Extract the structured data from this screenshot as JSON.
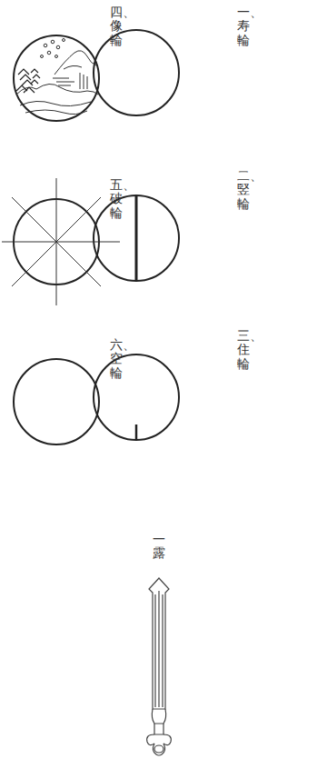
{
  "diagram": {
    "labels": [
      "一、寿輪",
      "二、竪輪",
      "三、住輪",
      "四、像輪",
      "五、破輪",
      "六、空輪",
      "一露"
    ]
  }
}
